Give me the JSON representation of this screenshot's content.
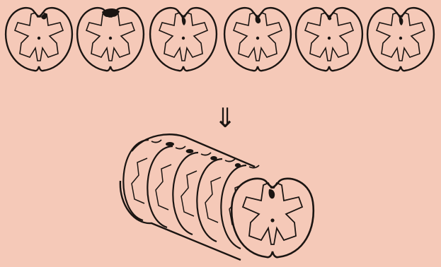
{
  "diagram": {
    "background_color": "#f5c9b8",
    "ink_color": "#1b1512",
    "arrow_symbol": "⇓",
    "slices": [
      {
        "lesion": "right-dorsal-column"
      },
      {
        "lesion": "dorsal-column-large"
      },
      {
        "lesion": "dorsal-horn-deep"
      },
      {
        "lesion": "dorsal-column-mid"
      },
      {
        "lesion": "dorsal-column-small"
      },
      {
        "lesion": "dorsal-horn-deep"
      }
    ],
    "assembled_lesion": "dorsal-horn-deep"
  }
}
